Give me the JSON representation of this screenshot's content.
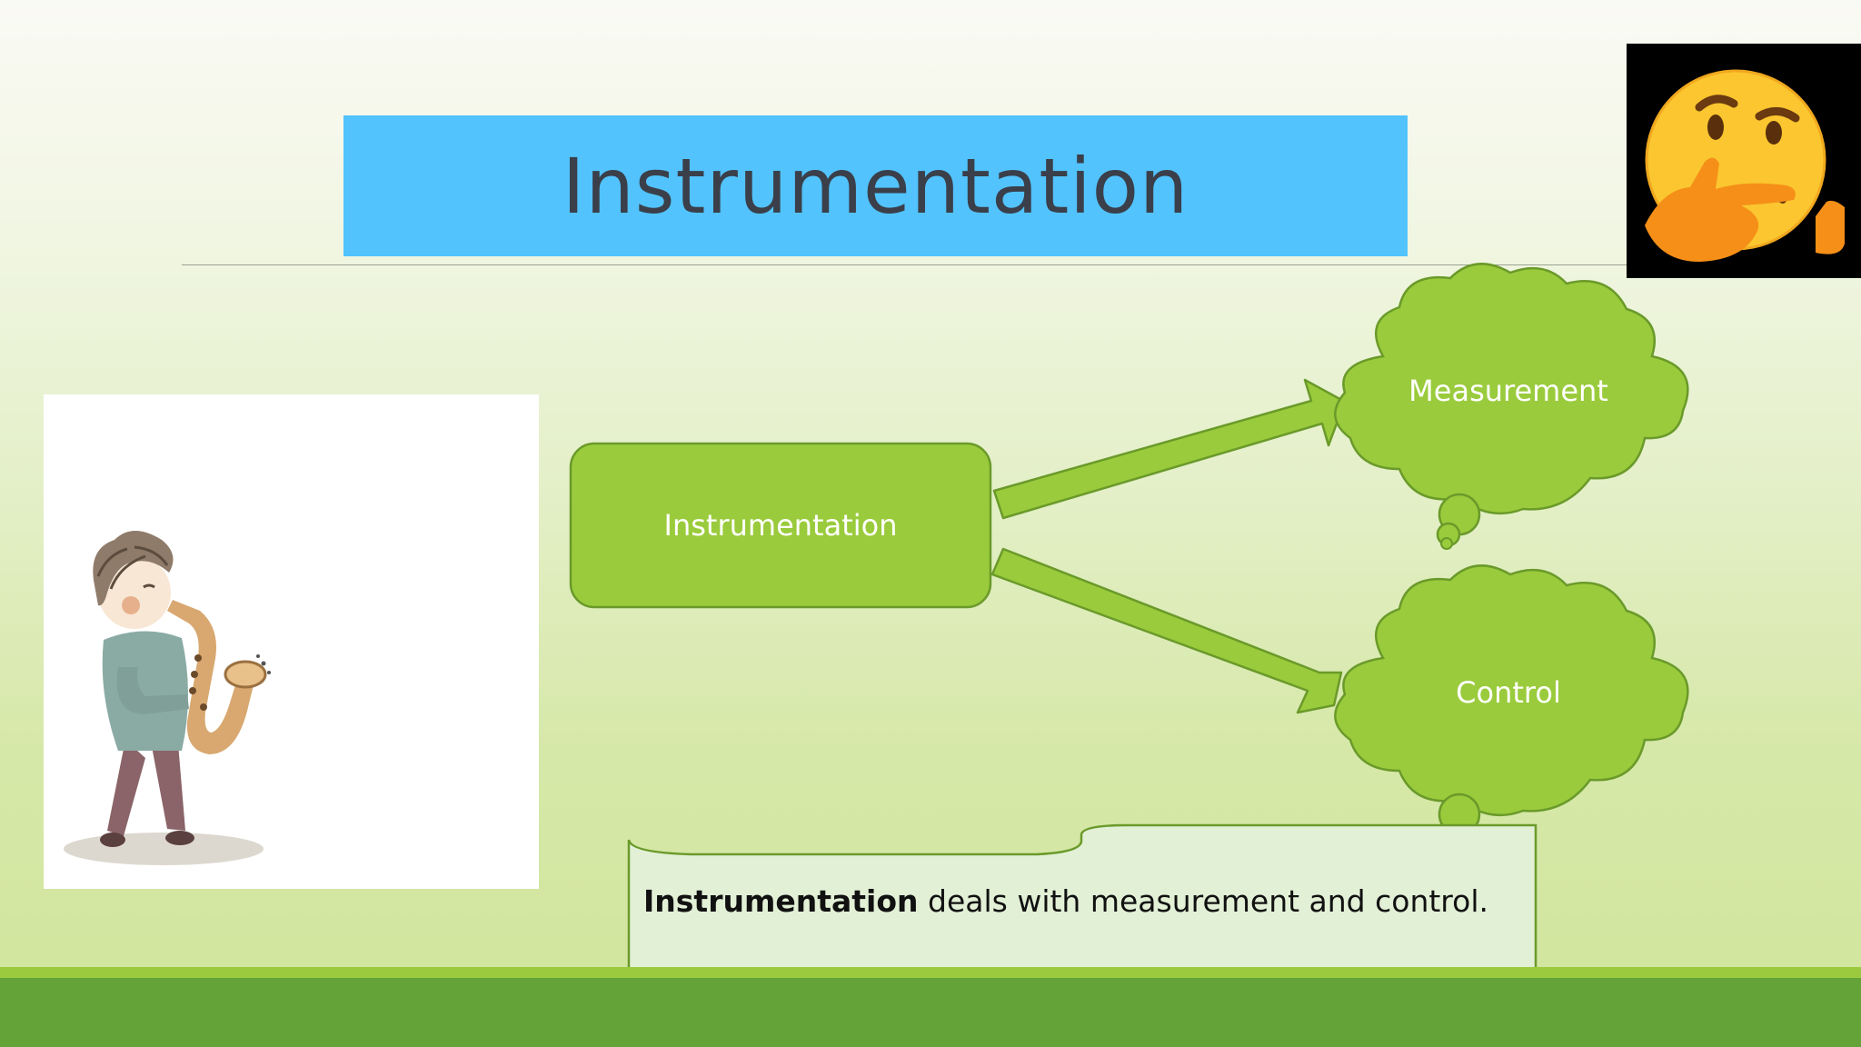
{
  "slide": {
    "title": "Instrumentation",
    "title_bg_color": "#52c3fc",
    "emoji_icon": "thinking-face-icon",
    "illustration": "boy-playing-saxophone"
  },
  "diagram": {
    "center_node": "Instrumentation",
    "branches": [
      "Measurement",
      "Control"
    ],
    "node_color": "#9acb3c",
    "node_border_color": "#6a9a2a"
  },
  "caption": {
    "bold": "Instrumentation",
    "text": " deals with measurement and control."
  },
  "colors": {
    "footer": "#63a337",
    "footer_accent": "#9cca3f"
  }
}
